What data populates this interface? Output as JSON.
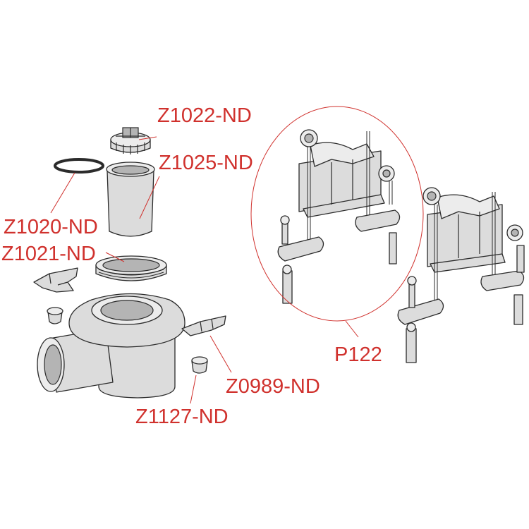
{
  "labels": {
    "z1022": "Z1022-ND",
    "z1025": "Z1025-ND",
    "z1020": "Z1020-ND",
    "z1021": "Z1021-ND",
    "z0989": "Z0989-ND",
    "z1127": "Z1127-ND",
    "p122": "P122"
  },
  "colors": {
    "label": "#d0312d",
    "outline": "#2b2b2b",
    "fill": "#dcdcdc"
  }
}
